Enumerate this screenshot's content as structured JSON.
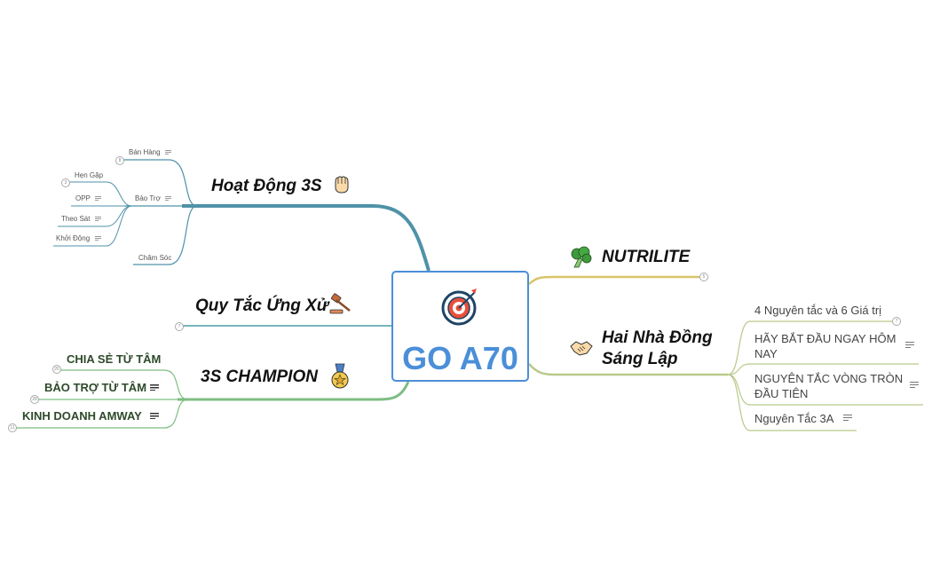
{
  "central": {
    "title": "GO A70",
    "icon": "target-dart-icon"
  },
  "branches": {
    "hoat_dong": {
      "label": "Hoạt Động 3S",
      "icon": "raised-fist-icon",
      "children": {
        "ban_hang": {
          "label": "Bán Hàng",
          "badge": "8"
        },
        "bao_tro": {
          "label": "Bảo Trợ",
          "children": {
            "hen_gap": {
              "label": "Hẹn Gặp",
              "badge": "3"
            },
            "opp": {
              "label": "OPP"
            },
            "theo_sat": {
              "label": "Theo Sát"
            },
            "khoi_dong": {
              "label": "Khởi Động"
            }
          }
        },
        "cham_soc": {
          "label": "Chăm Sóc"
        }
      }
    },
    "quy_tac": {
      "label": "Quy Tắc Ứng Xử",
      "icon": "gavel-icon",
      "badge": "7"
    },
    "champion": {
      "label": "3S CHAMPION",
      "icon": "medal-icon",
      "children": {
        "chia_se": {
          "label": "CHIA SẺ TỪ TÂM",
          "badge": "26"
        },
        "bao_tro_tu_tam": {
          "label": "BẢO TRỢ TỪ TÂM",
          "badge": "28"
        },
        "kinh_doanh": {
          "label": "KINH DOANH AMWAY",
          "badge": "11"
        }
      }
    },
    "nutrilite": {
      "label": "NUTRILITE",
      "icon": "broccoli-icon",
      "badge": "5"
    },
    "hai_nha": {
      "label_line1": "Hai Nhà Đồng",
      "label_line2": "Sáng Lập",
      "icon": "handshake-icon",
      "children": {
        "c1": {
          "label": "4 Nguyên tắc và 6 Giá trị",
          "badge": "7"
        },
        "c2": {
          "line1": "HÃY BẮT ĐẦU NGAY HÔM",
          "line2": "NAY"
        },
        "c3": {
          "line1": "NGUYÊN TẮC VÒNG TRÒN",
          "line2": "ĐẦU TIÊN"
        },
        "c4": {
          "label": "Nguyên Tắc 3A"
        }
      }
    }
  },
  "colors": {
    "hoat_dong": "#4f92a8",
    "quy_tac": "#4d9ba5",
    "champion": "#7dbd82",
    "nutrilite": "#d9c46a",
    "hai_nha": "#b9c98b",
    "central_border": "#4a8fd8"
  }
}
